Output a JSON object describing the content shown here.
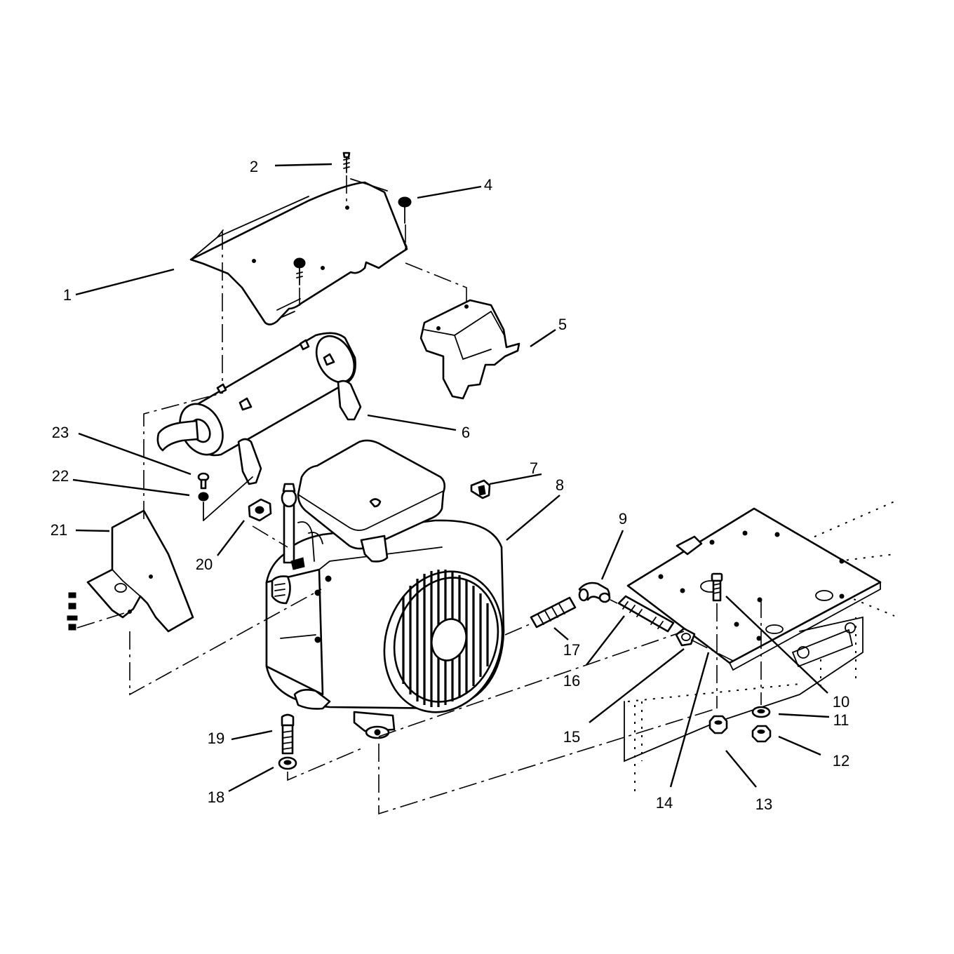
{
  "callouts": [
    "1",
    "2",
    "4",
    "5",
    "6",
    "7",
    "8",
    "9",
    "10",
    "11",
    "12",
    "13",
    "14",
    "15",
    "16",
    "17",
    "18",
    "19",
    "20",
    "21",
    "22",
    "23"
  ]
}
